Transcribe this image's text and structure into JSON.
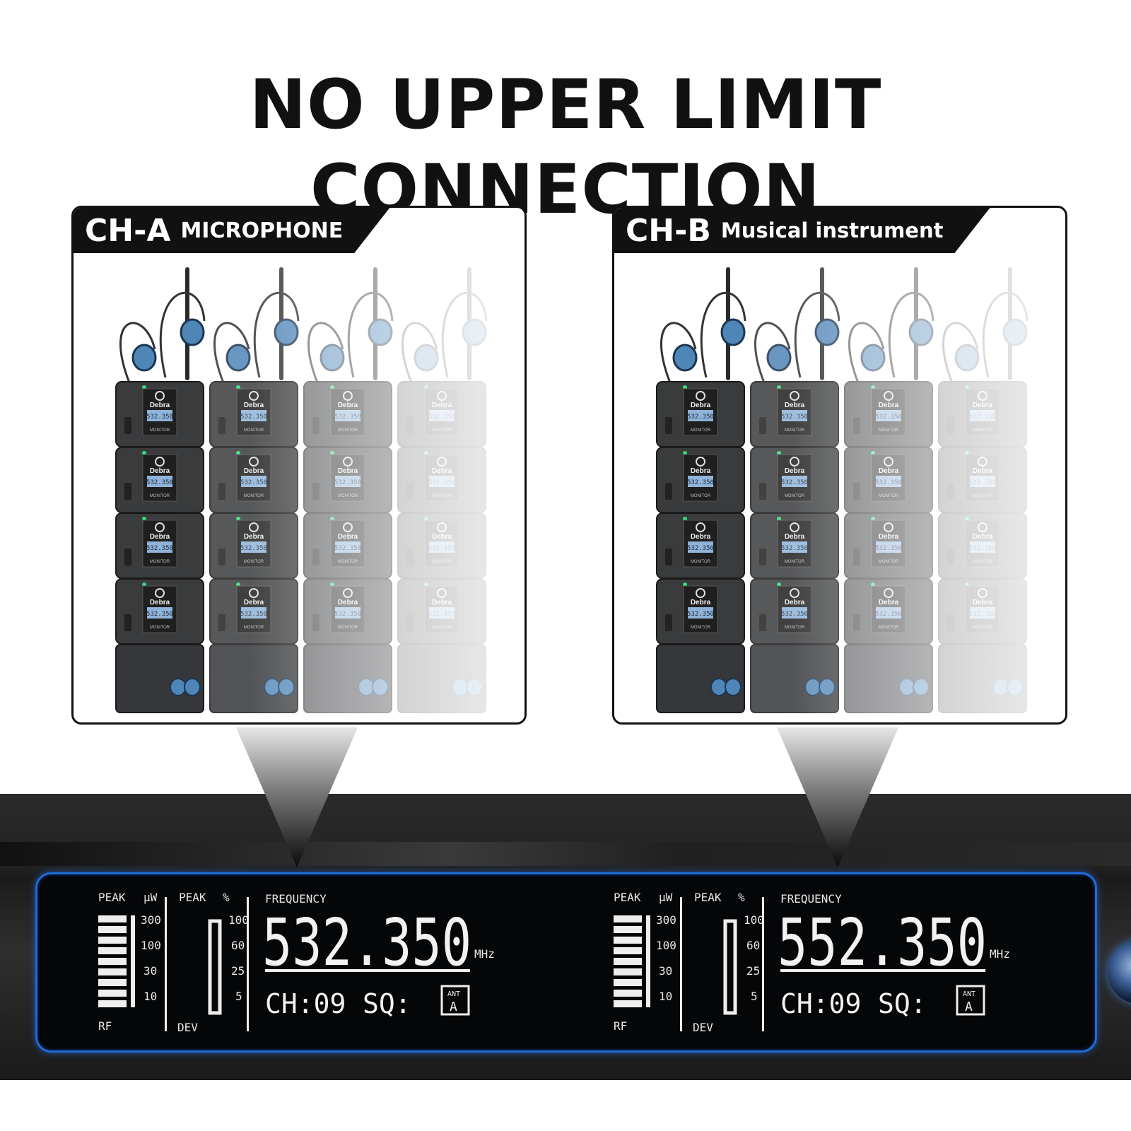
{
  "headline": "NO UPPER LIMIT CONNECTION",
  "channels": [
    {
      "code": "CH-A",
      "label": "MICROPHONE",
      "units": {
        "brand": "Debra",
        "display": "532.350",
        "label": "MONITOR"
      },
      "lcd": {
        "peak_left": "PEAK",
        "uw": "µW",
        "peak_right": "PEAK",
        "percent": "%",
        "rf_scale": [
          "300",
          "100",
          "30",
          "10"
        ],
        "dev_scale": [
          "100",
          "60",
          "25",
          "5"
        ],
        "rf": "RF",
        "dev": "DEV",
        "frequency_label": "FREQUENCY",
        "frequency": "532.350",
        "unit": "MHz",
        "channel": "CH:09",
        "sq": "SQ:",
        "ant": "ANT",
        "ant_value": "A"
      }
    },
    {
      "code": "CH-B",
      "label": "Musical instrument",
      "units": {
        "brand": "Debra",
        "display": "532.350",
        "label": "MONITOR"
      },
      "lcd": {
        "peak_left": "PEAK",
        "uw": "µW",
        "peak_right": "PEAK",
        "percent": "%",
        "rf_scale": [
          "300",
          "100",
          "30",
          "10"
        ],
        "dev_scale": [
          "100",
          "60",
          "25",
          "5"
        ],
        "rf": "RF",
        "dev": "DEV",
        "frequency_label": "FREQUENCY",
        "frequency": "552.350",
        "unit": "MHz",
        "channel": "CH:09",
        "sq": "SQ:",
        "ant": "ANT",
        "ant_value": "A"
      }
    }
  ],
  "colors": {
    "accent_blue": "#1e6cd8",
    "earphone_blue": "#4f86b8",
    "led_green": "#31e07a",
    "panel_border": "#111111"
  }
}
